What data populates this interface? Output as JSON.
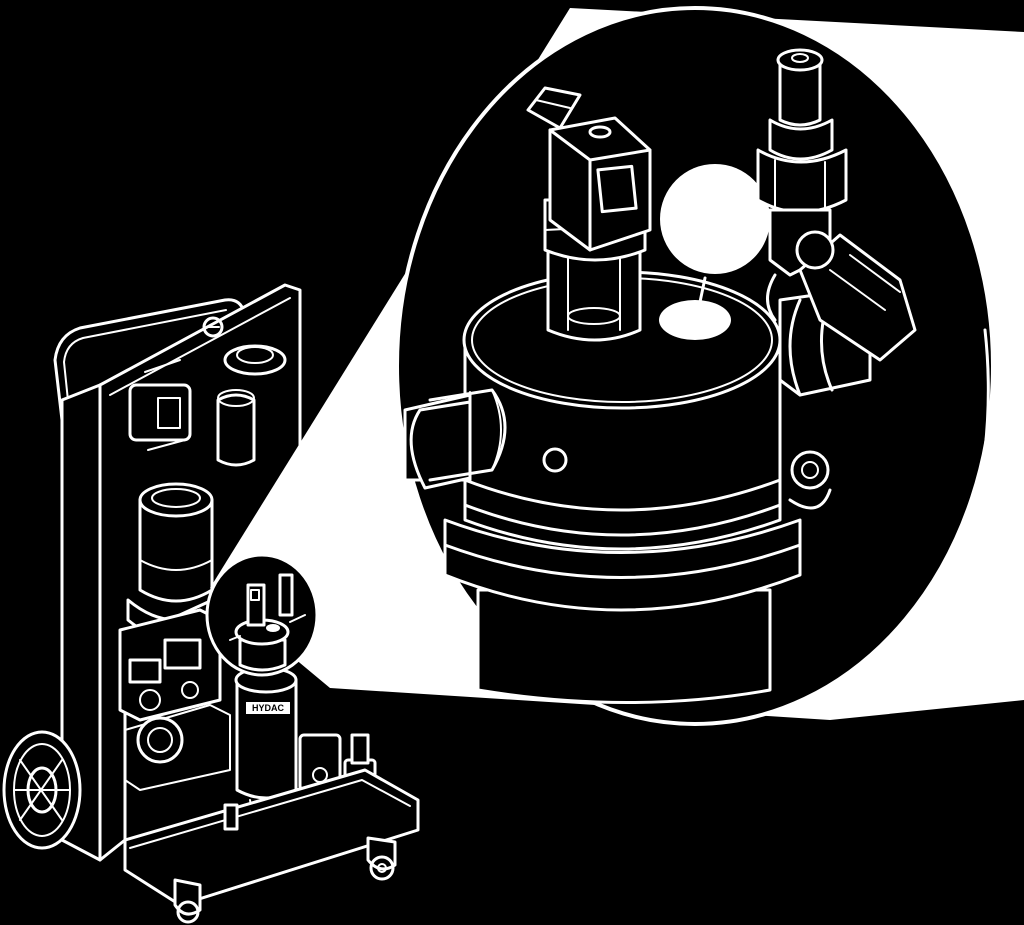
{
  "figure": {
    "kind": "technical-line-drawing",
    "description_tag": "mobile-filter-unit-with-magnified-detail",
    "background_color": "#000000",
    "line_color": "#ffffff"
  },
  "labels": {
    "filter_brand": "HYDAC"
  },
  "icons": {
    "connector": "electrical-connector-icon",
    "sensor": "pressure-sensor-icon",
    "plug": "sealing-plug-icon",
    "wheel": "wheel-icon",
    "motor": "motor-icon"
  }
}
